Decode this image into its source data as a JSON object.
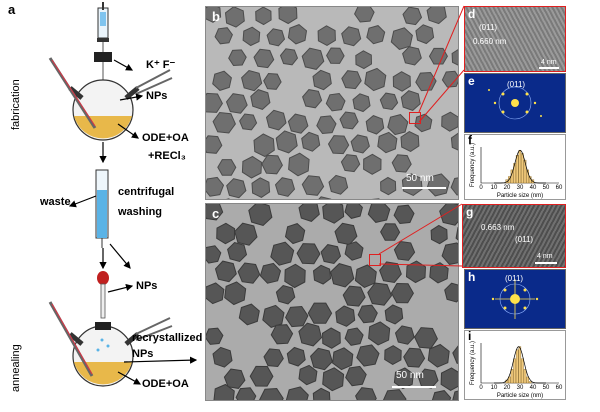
{
  "panel_labels": {
    "a": "a",
    "b": "b",
    "c": "c",
    "d": "d",
    "e": "e",
    "f": "f",
    "g": "g",
    "h": "h",
    "i": "i"
  },
  "schematic": {
    "fabrication": "fabrication",
    "annealing": "annealing",
    "ions": "K⁺  F⁻",
    "nps_top": "NPs",
    "precursor_line1": "ODE+OA",
    "precursor_line2": "+RECl₃",
    "waste": "waste",
    "centrifugal": "centrifugal",
    "washing": "washing",
    "nps_mid": "NPs",
    "recrystallized": "recrystallized",
    "nps_bottom": "NPs",
    "solvent_bottom": "ODE+OA"
  },
  "tem": {
    "b_scale": "50 nm",
    "c_scale": "50 nm"
  },
  "hrtem": {
    "d_plane": "(011)",
    "d_spacing": "0.660 nm",
    "d_scale": "4 nm",
    "g_spacing": "0.663 nm",
    "g_plane": "(011)",
    "g_scale": "4 nm"
  },
  "fft": {
    "e_plane": "(011)",
    "h_plane": "(011)"
  },
  "histograms": {
    "ylabel": "Frequency (a.u.)",
    "xlabel": "Particle size (nm)",
    "ticks": [
      "0",
      "10",
      "20",
      "30",
      "40",
      "50",
      "60"
    ]
  },
  "chart_data": [
    {
      "type": "bar",
      "panel": "f",
      "xlabel": "Particle size (nm)",
      "ylabel": "Frequency (a.u.)",
      "xlim": [
        0,
        60
      ],
      "x": [
        20,
        22,
        24,
        26,
        28,
        30,
        32,
        34,
        36,
        38,
        40
      ],
      "values": [
        2,
        4,
        8,
        12,
        17,
        20,
        18,
        14,
        8,
        4,
        2
      ]
    },
    {
      "type": "bar",
      "panel": "i",
      "xlabel": "Particle size (nm)",
      "ylabel": "Frequency (a.u.)",
      "xlim": [
        0,
        60
      ],
      "x": [
        20,
        22,
        24,
        26,
        28,
        30,
        32,
        34,
        36,
        38
      ],
      "values": [
        2,
        4,
        9,
        16,
        22,
        24,
        16,
        9,
        4,
        1
      ]
    }
  ]
}
